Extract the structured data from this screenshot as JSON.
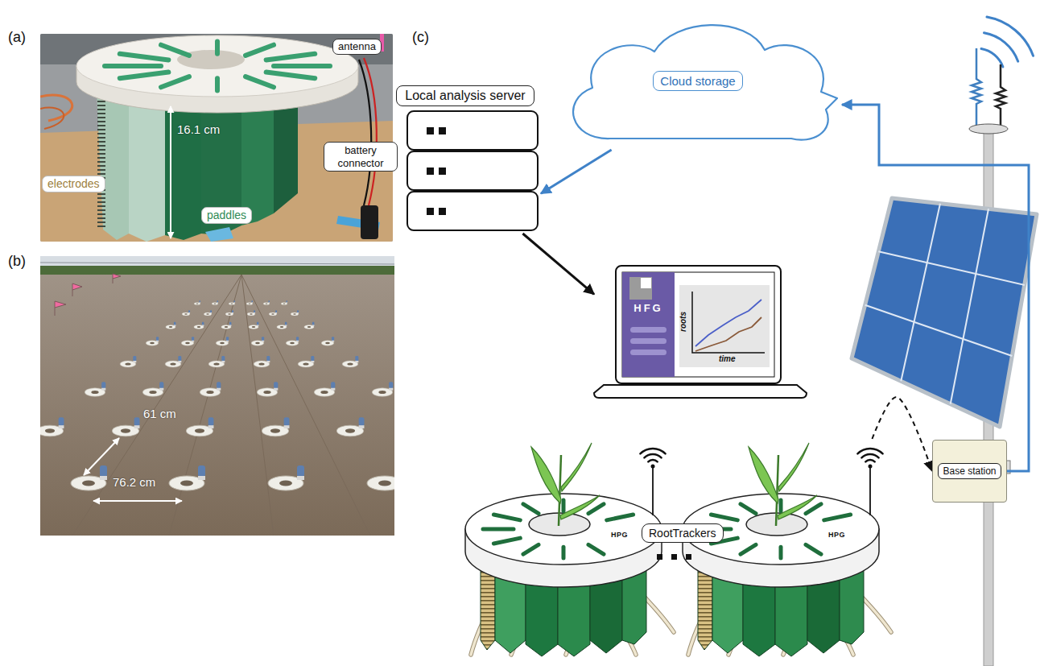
{
  "diagram": {
    "nodes": [
      {
        "text": [
          "Cloud storage"
        ]
      },
      {
        "text": [
          "Local analysis server"
        ]
      },
      {
        "text": [
          "HFG",
          "roots",
          "time"
        ]
      },
      {
        "text": [
          "Base station"
        ]
      },
      {
        "text": [
          "HPG"
        ]
      },
      {
        "text": [
          "RootTrackers"
        ]
      },
      {
        "text": [
          "HPG"
        ]
      }
    ],
    "edges": [
      {
        "from": 6,
        "to": 3,
        "arrow": "to"
      },
      {
        "from": 3,
        "to": 0,
        "arrow": "to"
      },
      {
        "from": 0,
        "to": 1,
        "arrow": "to"
      },
      {
        "from": 1,
        "to": 2,
        "arrow": "to"
      }
    ],
    "labels": [
      "(a)",
      "antenna",
      "16.1 cm",
      "electrodes",
      "battery connector",
      "paddles",
      "(b)",
      "61 cm",
      "76.2 cm",
      "(c)"
    ]
  }
}
